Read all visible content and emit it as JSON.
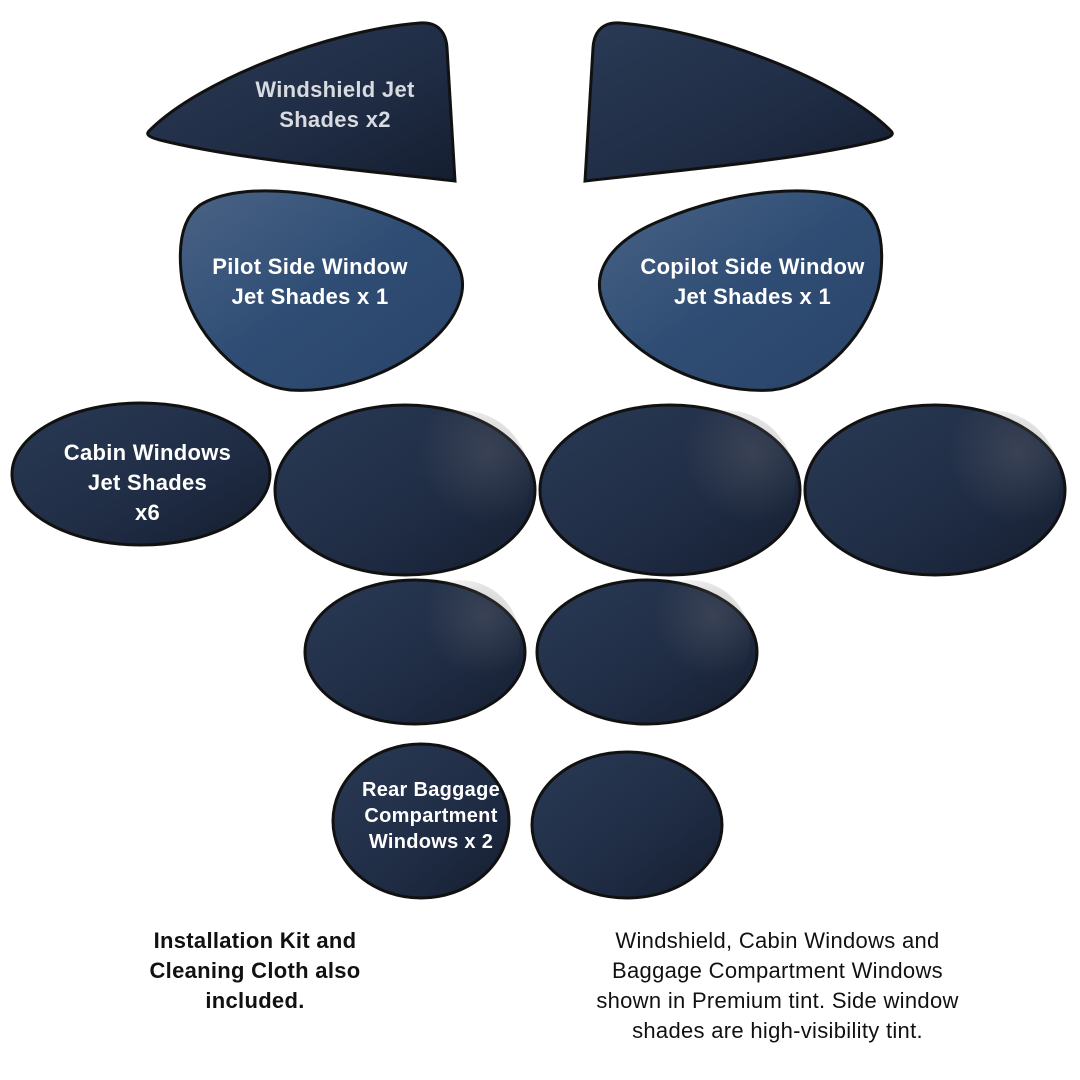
{
  "labels": {
    "windshield": "Windshield Jet\nShades  x2",
    "pilot": "Pilot Side Window\nJet Shades x 1",
    "copilot": "Copilot Side Window\nJet Shades x 1",
    "cabin": "Cabin Windows\nJet Shades\nx6",
    "baggage": "Rear Baggage\nCompartment\nWindows x 2"
  },
  "notes": {
    "kit": "Installation Kit and\nCleaning Cloth also\nincluded.",
    "tint": "Windshield, Cabin Windows and\nBaggage Compartment Windows\nshown in Premium tint. Side window\nshades are high-visibility tint."
  },
  "colors": {
    "premium_tint": "#1f2d45",
    "high_visibility_tint": "#3b5678",
    "outline": "#111111"
  }
}
